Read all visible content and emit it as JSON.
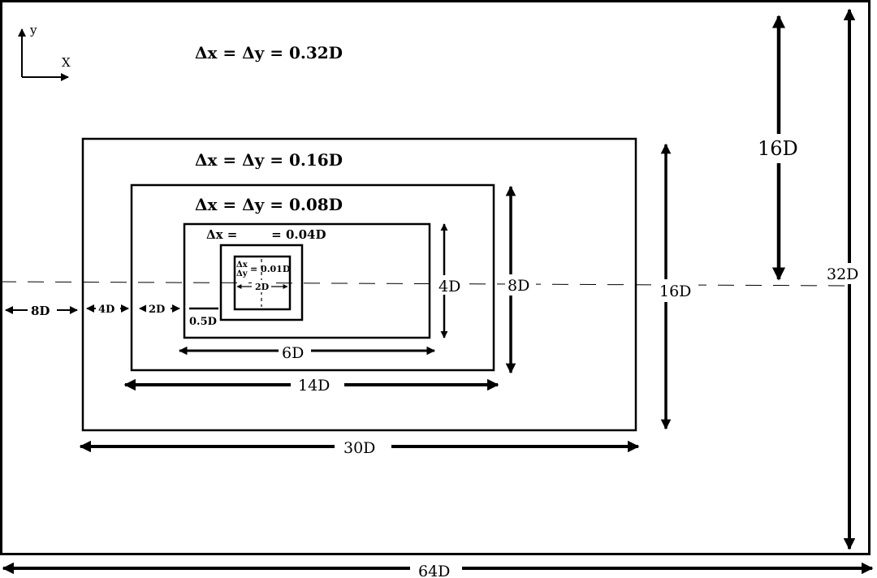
{
  "axes": {
    "y": "y",
    "x": "X"
  },
  "resolution": {
    "outer": "Δx = Δy = 0.32D",
    "level2": "Δx = Δy = 0.16D",
    "level3": "Δx = Δy = 0.08D",
    "level4": "Δx =        = 0.04D",
    "inner_dx": "Δx",
    "inner_dy": "Δy",
    "inner_value": "= 0.01D"
  },
  "dimensions": {
    "width_total": "64D",
    "height_total": "32D",
    "upper_half": "16D",
    "box2_width": "30D",
    "box2_height": "16D",
    "box3_width": "14D",
    "box3_height": "8D",
    "box4_width": "6D",
    "box4_height": "4D",
    "inner_width": "2D",
    "gap1": "8D",
    "gap2": "4D",
    "gap3": "2D",
    "gap4": "0.5D"
  }
}
